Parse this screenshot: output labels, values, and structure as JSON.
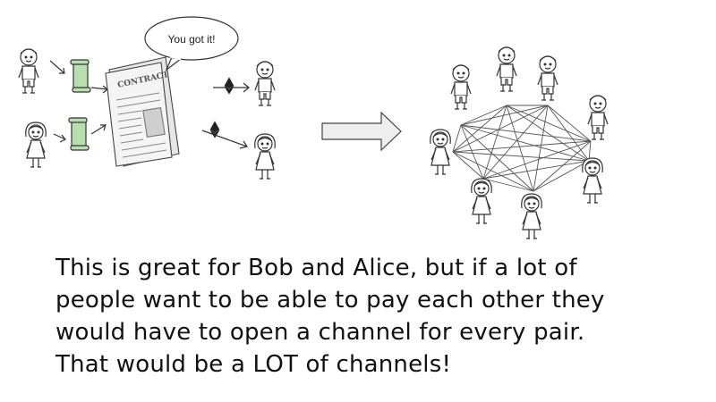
{
  "bubble_text": "You got it!",
  "contract_label": "CONTRACT",
  "caption_lines": [
    "This is great for Bob and Alice, but if a lot of",
    "people want to be able to pay each other they",
    "would have to open a channel for every pair.",
    "That would be a LOT of channels!"
  ],
  "colors": {
    "scroll_fill": "#b9dfb0",
    "arrow_fill": "#eeeeee",
    "line": "#333333",
    "mesh": "#555555"
  }
}
